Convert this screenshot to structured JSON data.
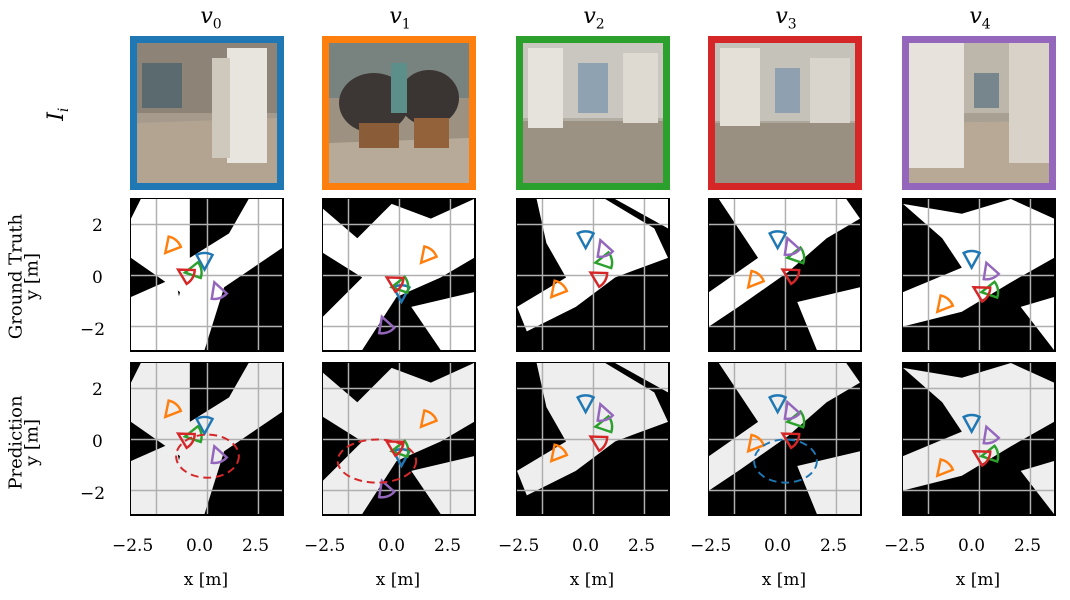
{
  "columns": [
    {
      "symbol": "v",
      "sub": "0",
      "color": "#1f77b4"
    },
    {
      "symbol": "v",
      "sub": "1",
      "color": "#ff7f0e"
    },
    {
      "symbol": "v",
      "sub": "2",
      "color": "#2ca02c"
    },
    {
      "symbol": "v",
      "sub": "3",
      "color": "#d62728"
    },
    {
      "symbol": "v",
      "sub": "4",
      "color": "#9467bd"
    }
  ],
  "rows": {
    "image": {
      "label": "I",
      "sub": "i"
    },
    "ground_truth": {
      "label": "Ground Truth",
      "axis": "y [m]"
    },
    "prediction": {
      "label": "Prediction",
      "axis": "y [m]"
    }
  },
  "axes": {
    "xlabel": "x [m]",
    "xticks": [
      "−2.5",
      "0.0",
      "2.5"
    ],
    "yticks": [
      "2",
      "0",
      "−2"
    ]
  }
}
